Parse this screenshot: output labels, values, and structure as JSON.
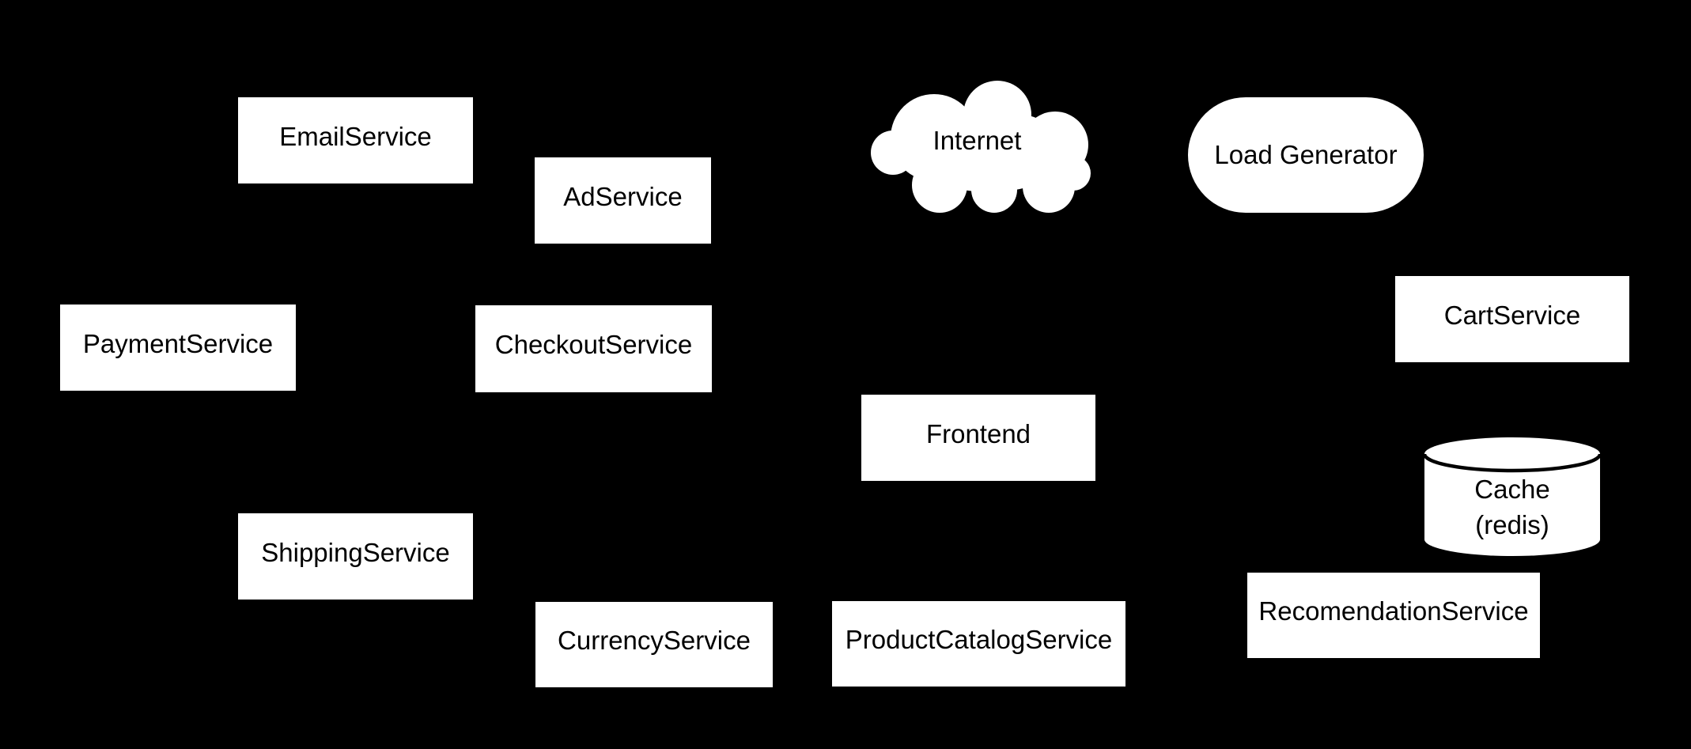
{
  "canvas": {
    "background_color": "#000000",
    "node_fill_color": "#ffffff",
    "node_text_color": "#000000"
  },
  "diagram": {
    "kind": "microservices-architecture-diagram",
    "nodes": [
      {
        "id": "email-service",
        "shape": "rect",
        "label": "EmailService"
      },
      {
        "id": "ad-service",
        "shape": "rect",
        "label": "AdService"
      },
      {
        "id": "internet",
        "shape": "cloud",
        "label": "Internet"
      },
      {
        "id": "load-generator",
        "shape": "stadium",
        "label": "Load Generator"
      },
      {
        "id": "payment-service",
        "shape": "rect",
        "label": "PaymentService"
      },
      {
        "id": "checkout-service",
        "shape": "rect",
        "label": "CheckoutService"
      },
      {
        "id": "cart-service",
        "shape": "rect",
        "label": "CartService"
      },
      {
        "id": "frontend",
        "shape": "rect",
        "label": "Frontend"
      },
      {
        "id": "cache-redis",
        "shape": "cylinder",
        "label": "Cache (redis)",
        "label_lines": [
          "Cache",
          "(redis)"
        ]
      },
      {
        "id": "shipping-service",
        "shape": "rect",
        "label": "ShippingService"
      },
      {
        "id": "currency-service",
        "shape": "rect",
        "label": "CurrencyService"
      },
      {
        "id": "product-catalog-service",
        "shape": "rect",
        "label": "ProductCatalogService"
      },
      {
        "id": "recomendation-service",
        "shape": "rect",
        "label": "RecomendationService"
      }
    ]
  }
}
